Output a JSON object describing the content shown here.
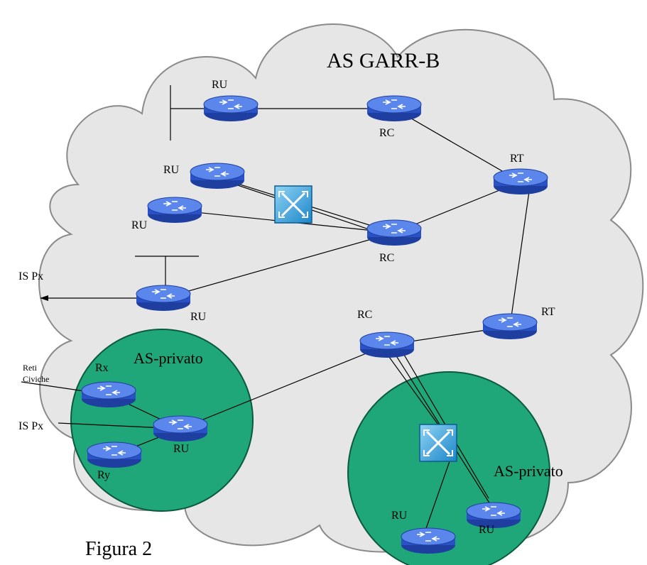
{
  "labels": {
    "cloud_title": "AS GARR-B",
    "figure_caption": "Figura 2",
    "as_private_left": "AS-privato",
    "as_private_right": "AS-privato",
    "ru": "RU",
    "rc": "RC",
    "rt": "RT",
    "rx": "Rx",
    "ry": "Ry",
    "ispx": "IS Px",
    "reti_line1": "Reti",
    "reti_line2": "Civiche"
  },
  "colors": {
    "cloud_fill": "#e6e6e6",
    "cloud_stroke": "#8a8a8a",
    "as_private_fill": "#1fa77a",
    "router_fill": "#3d6fe0",
    "router_top": "#7fa3f5",
    "switch_fill": "#3fa8e0"
  }
}
